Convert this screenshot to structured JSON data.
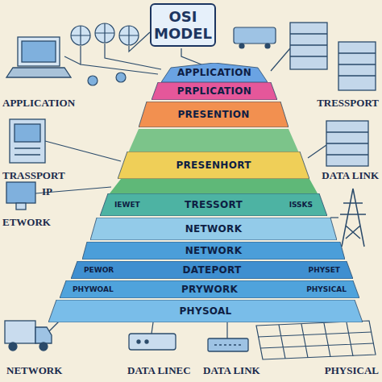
{
  "diagram": {
    "title": "OSI MODEL",
    "nodes": [
      {
        "text": [
          "APPLICATION"
        ]
      },
      {
        "text": [
          "PRPLICATION"
        ]
      },
      {
        "text": [
          "PRESENTION"
        ]
      },
      {
        "text": [
          "PRESENHORT"
        ]
      },
      {
        "text": [
          "TRESSORT",
          "IEWET",
          "ISSKS"
        ]
      },
      {
        "text": [
          "NETWORK"
        ]
      },
      {
        "text": [
          "NETWORK"
        ]
      },
      {
        "text": [
          "DATEPORT",
          "PEWOR",
          "PHYSET"
        ]
      },
      {
        "text": [
          "PRYWORK",
          "PHYWOAL",
          "PHYSICAL"
        ]
      },
      {
        "text": [
          "PHYSOAL"
        ]
      }
    ],
    "labels": [
      "APPLICATION",
      "TRESSPORT",
      "TRASSPORT",
      "IP",
      "DATA LINK",
      "ETWORK",
      "NETWORK",
      "DATA LINEC",
      "DATA LINK",
      "PHYSICAL"
    ]
  }
}
